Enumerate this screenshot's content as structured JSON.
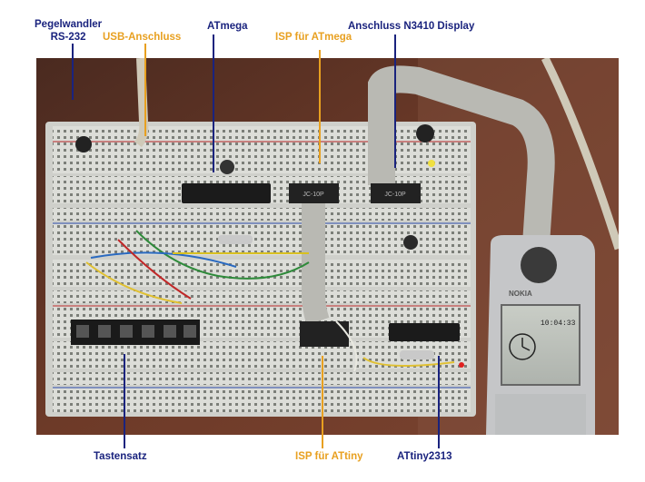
{
  "labels": {
    "pegelwandler_line1": "Pegelwandler",
    "pegelwandler_line2": "RS-232",
    "usb": "USB-Anschluss",
    "atmega": "ATmega",
    "isp_atmega": "ISP für ATmega",
    "n3410": "Anschluss N3410 Display",
    "tastensatz": "Tastensatz",
    "isp_attiny": "ISP für ATtiny",
    "attiny2313": "ATtiny2313"
  },
  "chips": {
    "breadboard_markings": [
      "JC-10P",
      "JC-10P"
    ],
    "display_clock": "10:04:33",
    "phone_brand": "NOKIA"
  },
  "colors": {
    "label_dark": "#1a237e",
    "label_orange": "#e8a020",
    "background_brown": "#6b3b2a",
    "breadboard": "#d8d9d4",
    "cable": "#b9b9b3"
  }
}
